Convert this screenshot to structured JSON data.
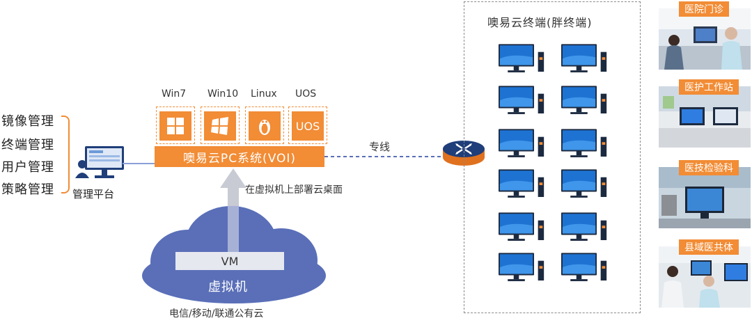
{
  "management": {
    "items": [
      "镜像管理",
      "终端管理",
      "用户管理",
      "策略管理"
    ],
    "platform_label": "管理平台"
  },
  "os": {
    "labels": [
      "Win7",
      "Win10",
      "Linux",
      "UOS"
    ],
    "uos_icon_text": "UOS"
  },
  "voi_system": "噢易云PC系统(VOI)",
  "deploy_text": "在虚拟机上部署云桌面",
  "line_label": "专线",
  "cloud": {
    "vm_label": "VM",
    "vm_sub": "虚拟机",
    "footer": "电信/移动/联通公有云"
  },
  "terminals": {
    "title": "噢易云终端(胖终端)"
  },
  "departments": [
    "医院门诊",
    "医护工作站",
    "医技检验科",
    "县域医共体"
  ],
  "colors": {
    "accent": "#f28c35",
    "cloud": "#5a6fb8",
    "screen": "#1e73d2"
  }
}
